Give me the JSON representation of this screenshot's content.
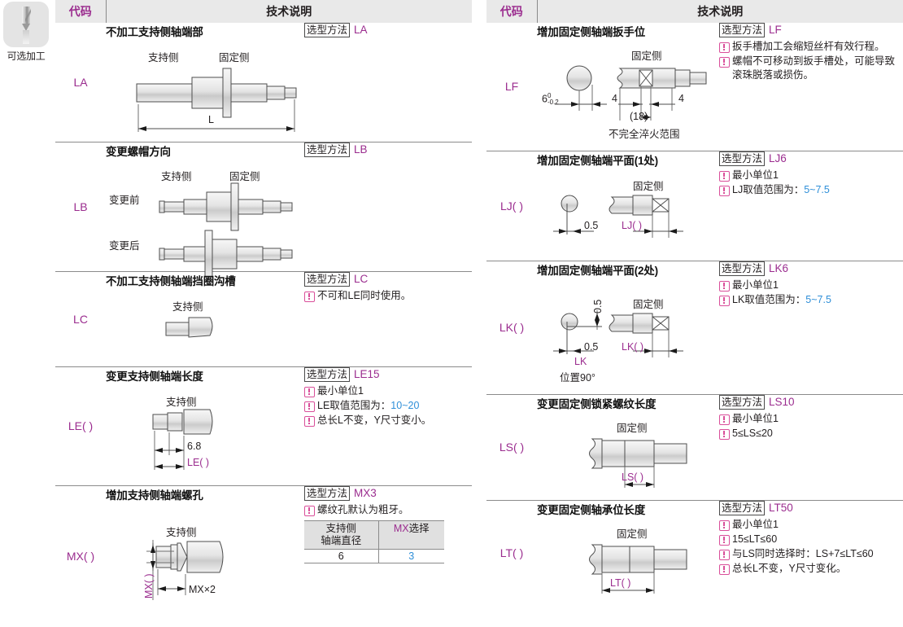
{
  "badge": {
    "icon": "drill-bit-icon",
    "label": "可选加工"
  },
  "headers": {
    "code": "代码",
    "desc": "技术说明"
  },
  "sel_label": "选型方法",
  "left_rows": [
    {
      "code": "LA",
      "title": "不加工支持侧轴端部",
      "sel_code": "LA",
      "notes": [],
      "fig_labels": {
        "support": "支持侧",
        "fixed": "固定侧",
        "dim_l": "L"
      }
    },
    {
      "code": "LB",
      "title": "变更螺帽方向",
      "sel_code": "LB",
      "notes": [],
      "fig_labels": {
        "support": "支持侧",
        "fixed": "固定侧",
        "before": "变更前",
        "after": "变更后"
      }
    },
    {
      "code": "LC",
      "title": "不加工支持侧轴端挡圈沟槽",
      "sel_code": "LC",
      "notes": [
        {
          "text": "不可和LE同时使用。"
        }
      ],
      "fig_labels": {
        "support": "支持侧"
      }
    },
    {
      "code": "LE( )",
      "title": "变更支持侧轴端长度",
      "sel_code": "LE15",
      "notes": [
        {
          "text": "最小单位1"
        },
        {
          "text": "LE取值范围为：",
          "value": "10~20",
          "value_color": "blue"
        },
        {
          "text": "总长L不变，Y尺寸变小。"
        }
      ],
      "fig_labels": {
        "support": "支持侧",
        "dim_68": "6.8",
        "dim_le": "LE( )"
      }
    },
    {
      "code": "MX( )",
      "title": "增加支持侧轴端螺孔",
      "sel_code": "MX3",
      "notes": [
        {
          "text": "螺纹孔默认为粗牙。"
        }
      ],
      "fig_labels": {
        "support": "支持侧",
        "dim_mx": "MX( )",
        "dim_mx2": "MX×2"
      },
      "mini_table": {
        "headers": [
          "支持侧\n轴端直径",
          "MX选择"
        ],
        "header_line1": "支持侧",
        "header_line2": "轴端直径",
        "header_mx_prefix": "MX",
        "header_mx_suffix": "选择",
        "rows": [
          {
            "dia": "6",
            "mx": "3"
          }
        ]
      }
    }
  ],
  "right_rows": [
    {
      "code": "LF",
      "title": "增加固定侧轴端扳手位",
      "sel_code": "LF",
      "notes": [
        {
          "text": "扳手槽加工会缩短丝杆有效行程。"
        },
        {
          "text": "螺帽不可移动到扳手槽处，可能导致滚珠脱落或损伤。"
        }
      ],
      "fig_labels": {
        "fixed": "固定侧",
        "dim_6": "6",
        "tol_upper": "0",
        "tol_lower": "-0.2",
        "dim_4a": "4",
        "dim_4b": "4",
        "dim_18": "(18)",
        "caption": "不完全淬火范围"
      }
    },
    {
      "code": "LJ( )",
      "title": "增加固定侧轴端平面(1处)",
      "sel_code": "LJ6",
      "notes": [
        {
          "text": "最小单位1"
        },
        {
          "text": "LJ取值范围为：",
          "value": "5~7.5",
          "value_color": "blue"
        }
      ],
      "fig_labels": {
        "fixed": "固定侧",
        "dim_05": "0.5",
        "dim_lj": "LJ( )"
      }
    },
    {
      "code": "LK( )",
      "title": "增加固定侧轴端平面(2处)",
      "sel_code": "LK6",
      "notes": [
        {
          "text": "最小单位1"
        },
        {
          "text": "LK取值范围为：",
          "value": "5~7.5",
          "value_color": "blue"
        }
      ],
      "fig_labels": {
        "fixed": "固定侧",
        "dim_05v": "0.5",
        "dim_05h": "0.5",
        "dim_lk": "LK( )",
        "caption_lk": "LK",
        "caption_pos": "位置90°"
      }
    },
    {
      "code": "LS( )",
      "title": "变更固定侧锁紧螺纹长度",
      "sel_code": "LS10",
      "notes": [
        {
          "text": "最小单位1"
        },
        {
          "text": "5≤LS≤20"
        }
      ],
      "fig_labels": {
        "fixed": "固定侧",
        "dim_ls": "LS( )"
      }
    },
    {
      "code": "LT( )",
      "title": "变更固定侧轴承位长度",
      "sel_code": "LT50",
      "notes": [
        {
          "text": "最小单位1"
        },
        {
          "text": "15≤LT≤60"
        },
        {
          "text": "与LS同时选择时：LS+7≤LT≤60"
        },
        {
          "text": "总长L不变，Y尺寸变化。"
        }
      ],
      "fig_labels": {
        "fixed": "固定侧",
        "dim_lt": "LT( )"
      }
    }
  ],
  "colors": {
    "magenta": "#9b2d8f",
    "blue": "#2f8fd8",
    "warn_pink": "#d94f9a",
    "header_bg": "#e9e9e9",
    "border": "#8b8b8b"
  }
}
